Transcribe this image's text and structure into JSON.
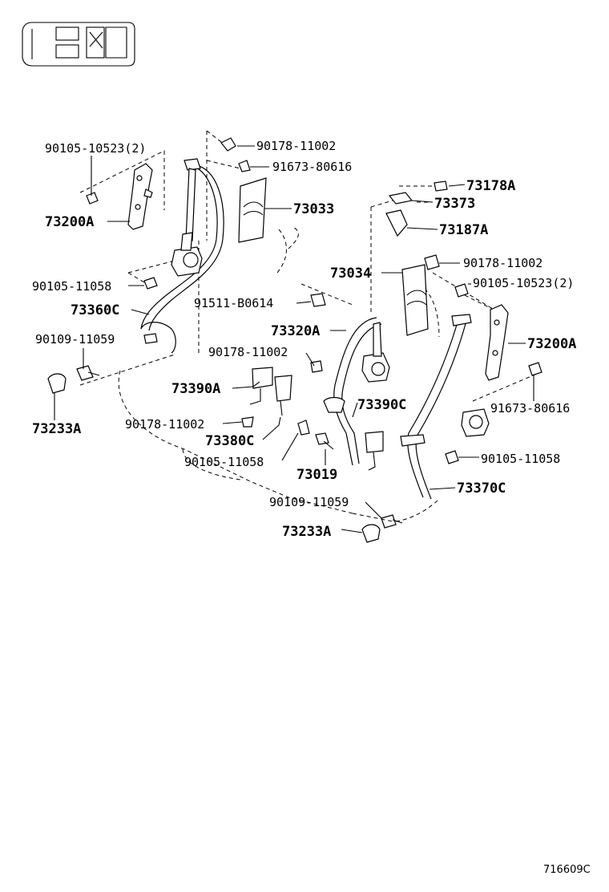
{
  "labels": {
    "l_90105_10523_left": "90105-10523(2)",
    "l_90178_11002_a": "90178-11002",
    "l_91673_80616_a": "91673-80616",
    "l_73200A_left": "73200A",
    "l_73033": "73033",
    "l_73178A": "73178A",
    "l_73373": "73373",
    "l_73187A": "73187A",
    "l_73034": "73034",
    "l_90178_11002_b": "90178-11002",
    "l_90105_10523_right": "90105-10523(2)",
    "l_90105_11058_a": "90105-11058",
    "l_73360C": "73360C",
    "l_91511_B0614": "91511-B0614",
    "l_73320A": "73320A",
    "l_90109_11059_a": "90109-11059",
    "l_90178_11002_c": "90178-11002",
    "l_73200A_right": "73200A",
    "l_73390A": "73390A",
    "l_73233A_left": "73233A",
    "l_73390C": "73390C",
    "l_91673_80616_b": "91673-80616",
    "l_90178_11002_d": "90178-11002",
    "l_73380C": "73380C",
    "l_90105_11058_b": "90105-11058",
    "l_73019": "73019",
    "l_90105_11058_c": "90105-11058",
    "l_73370C": "73370C",
    "l_90109_11059_b": "90109-11059",
    "l_73233A_right": "73233A"
  },
  "figure_ref": "716609C",
  "icons": {
    "vehicle_seat_layout": "vehicle-seat-layout-icon"
  }
}
